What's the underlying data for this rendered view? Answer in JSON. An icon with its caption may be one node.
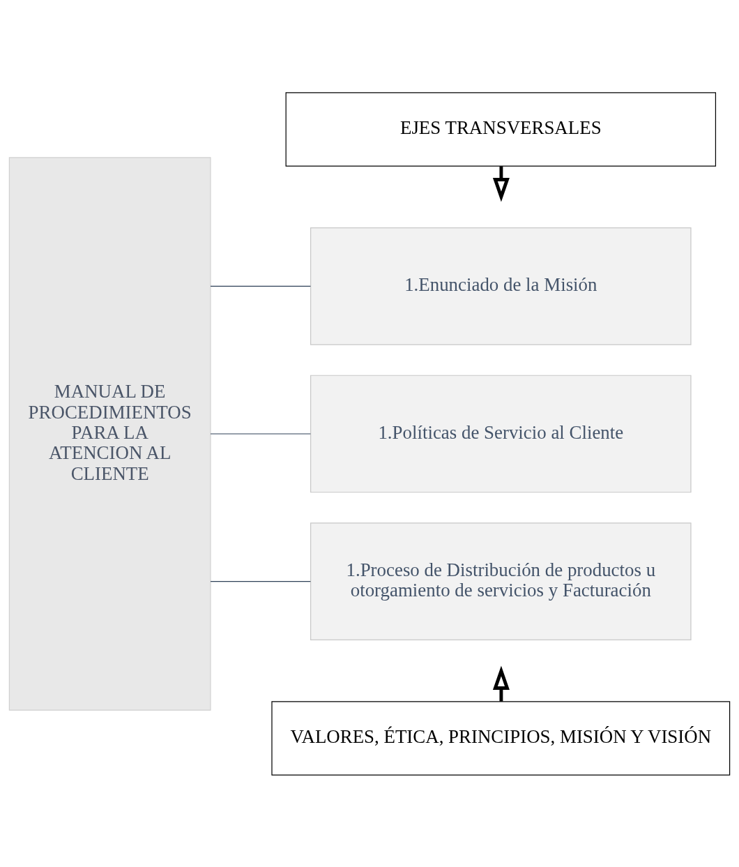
{
  "diagram": {
    "nodes": [
      {
        "text": [
          "MANUAL DE PROCEDIMIENTOS PARA LA ATENCION AL CLIENTE"
        ]
      },
      {
        "text": [
          "1.Enunciado de la Misión"
        ]
      },
      {
        "text": [
          "1.Políticas de Servicio al Cliente"
        ]
      },
      {
        "text": [
          "1.Proceso de Distribución de productos u otorgamiento de servicios y Facturación"
        ]
      },
      {
        "text": [
          "EJES TRANSVERSALES"
        ]
      },
      {
        "text": [
          "VALORES, ÉTICA, PRINCIPIOS, MISIÓN Y VISIÓN"
        ]
      }
    ],
    "edges": [
      {
        "from": 0,
        "to": 1,
        "arrow": "none",
        "color": "#2e4057"
      },
      {
        "from": 0,
        "to": 2,
        "arrow": "none",
        "color": "#2e4057"
      },
      {
        "from": 0,
        "to": 3,
        "arrow": "none",
        "color": "#2e4057"
      },
      {
        "from": 4,
        "to": null,
        "arrow": "to",
        "style": "thick",
        "color": "#000000"
      },
      {
        "from": 5,
        "to": null,
        "arrow": "to",
        "style": "thick",
        "color": "#000000"
      }
    ]
  }
}
